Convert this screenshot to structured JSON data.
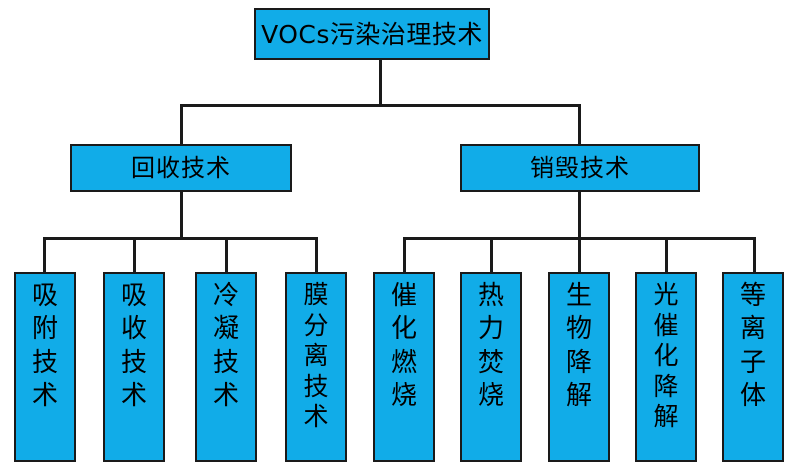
{
  "diagram": {
    "type": "tree",
    "title": "VOCs污染治理技术",
    "colors": {
      "node_fill": "#11ace8",
      "node_border": "#1a1a1a",
      "connector": "#1a1a1a",
      "text": "#000000",
      "background": "#ffffff"
    },
    "root": {
      "label": "VOCs污染治理技术"
    },
    "branches": [
      {
        "id": "recovery",
        "label": "回收技术",
        "leaves": [
          {
            "id": "adsorption",
            "label": "吸附技术",
            "chars": [
              "吸",
              "附",
              "技",
              "术"
            ]
          },
          {
            "id": "absorption",
            "label": "吸收技术",
            "chars": [
              "吸",
              "收",
              "技",
              "术"
            ]
          },
          {
            "id": "condensation",
            "label": "冷凝技术",
            "chars": [
              "冷",
              "凝",
              "技",
              "术"
            ]
          },
          {
            "id": "membrane",
            "label": "膜分离技术",
            "chars": [
              "膜",
              "分",
              "离",
              "技",
              "术"
            ]
          }
        ]
      },
      {
        "id": "destruction",
        "label": "销毁技术",
        "leaves": [
          {
            "id": "catalytic-combustion",
            "label": "催化燃烧",
            "chars": [
              "催",
              "化",
              "燃",
              "烧"
            ]
          },
          {
            "id": "thermal-incineration",
            "label": "热力焚烧",
            "chars": [
              "热",
              "力",
              "焚",
              "烧"
            ]
          },
          {
            "id": "biodegradation",
            "label": "生物降解",
            "chars": [
              "生",
              "物",
              "降",
              "解"
            ]
          },
          {
            "id": "photocatalytic",
            "label": "光催化降解",
            "chars": [
              "光",
              "催",
              "化",
              "降",
              "解"
            ]
          },
          {
            "id": "plasma",
            "label": "等离子体",
            "chars": [
              "等",
              "离",
              "子",
              "体"
            ]
          }
        ]
      }
    ]
  }
}
